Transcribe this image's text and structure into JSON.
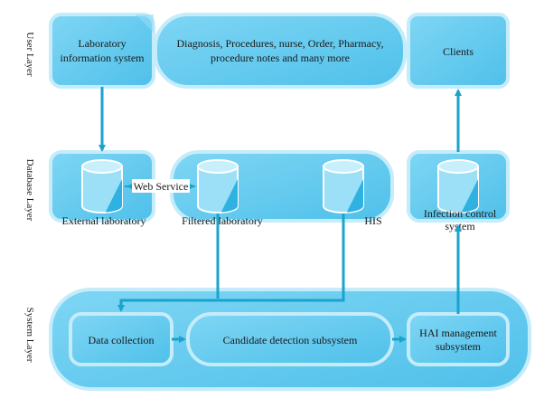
{
  "layers": {
    "user": "User Layer",
    "database": "Database Layer",
    "system": "System Layer"
  },
  "user_layer": {
    "lis_line1": "Laboratory",
    "lis_line2": "information system",
    "his_line1": "Diagnosis, Procedures, nurse, Order, Pharmacy,",
    "his_line2": "procedure notes and many more",
    "clients": "Clients"
  },
  "database_layer": {
    "external_lab": "External laboratory",
    "web_service": "Web Service",
    "filtered_lab": "Filtered laboratory",
    "his": "HIS",
    "infection_line1": "Infection control",
    "infection_line2": "system"
  },
  "system_layer": {
    "data_collection": "Data collection",
    "candidate_detection": "Candidate detection subsystem",
    "hai_line1": "HAI management",
    "hai_line2": "subsystem"
  },
  "colors": {
    "box_fill": "#5ec8ee",
    "box_light": "#a8e2f7",
    "box_border": "#c4ecfa",
    "arrow": "#1aa3cc",
    "text": "#1a1a1a"
  }
}
